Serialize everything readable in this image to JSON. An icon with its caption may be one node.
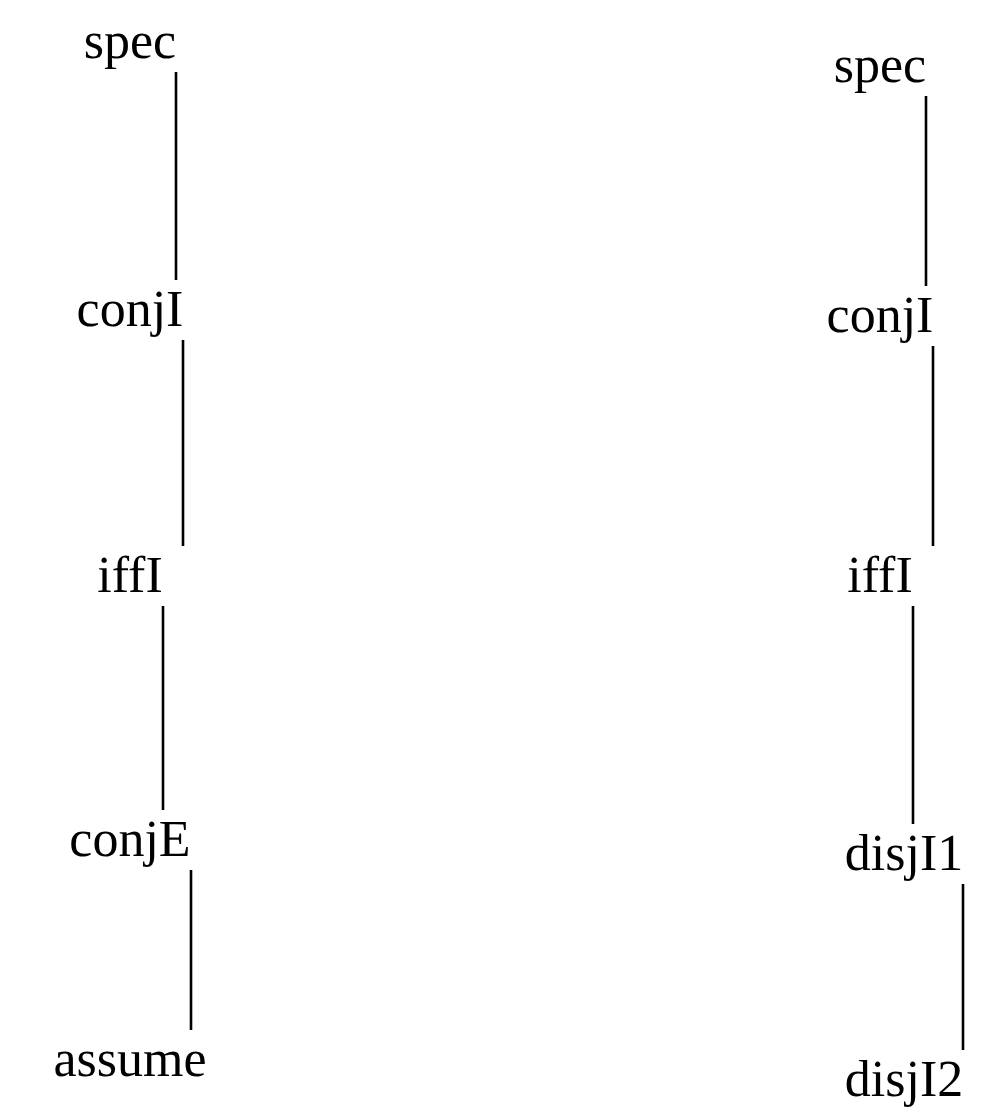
{
  "diagram": {
    "nodes": [
      {
        "text": [
          "spec"
        ]
      },
      {
        "text": [
          "conjI"
        ]
      },
      {
        "text": [
          "iffI"
        ]
      },
      {
        "text": [
          "conjE"
        ]
      },
      {
        "text": [
          "assume"
        ]
      },
      {
        "text": [
          "spec"
        ]
      },
      {
        "text": [
          "conjI"
        ]
      },
      {
        "text": [
          "iffI"
        ]
      },
      {
        "text": [
          "disjI1"
        ]
      },
      {
        "text": [
          "disjI2"
        ]
      }
    ],
    "edges": [
      {
        "from": 0,
        "to": 1,
        "arrow": "none"
      },
      {
        "from": 1,
        "to": 2,
        "arrow": "none"
      },
      {
        "from": 2,
        "to": 3,
        "arrow": "none"
      },
      {
        "from": 3,
        "to": 4,
        "arrow": "none"
      },
      {
        "from": 5,
        "to": 6,
        "arrow": "none"
      },
      {
        "from": 6,
        "to": 7,
        "arrow": "none"
      },
      {
        "from": 7,
        "to": 8,
        "arrow": "none"
      },
      {
        "from": 8,
        "to": 9,
        "arrow": "none"
      }
    ]
  }
}
